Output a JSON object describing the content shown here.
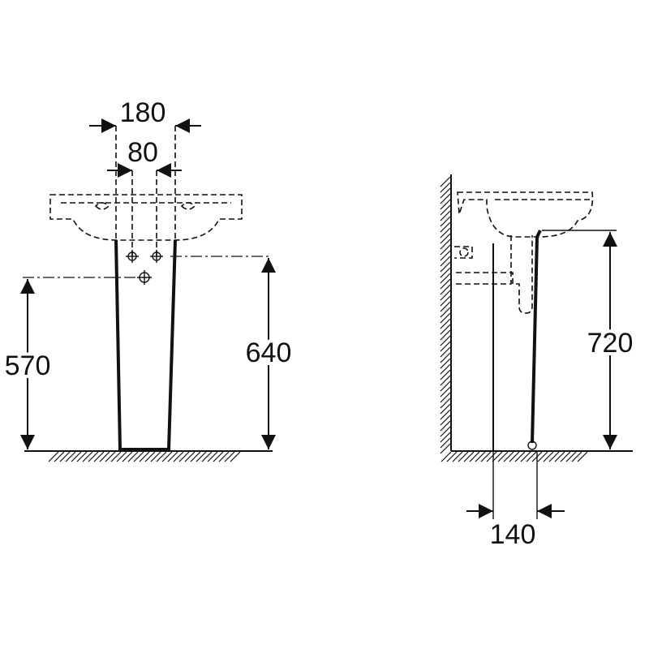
{
  "front_view": {
    "dimensions": {
      "pedestal_outer_width": "180",
      "pedestal_inner_width": "80",
      "waste_outlet_height": "570",
      "supply_height": "640"
    }
  },
  "side_view": {
    "dimensions": {
      "rim_height": "720",
      "pedestal_depth": "140"
    }
  },
  "colors": {
    "ink": "#111111",
    "background": "#ffffff"
  }
}
